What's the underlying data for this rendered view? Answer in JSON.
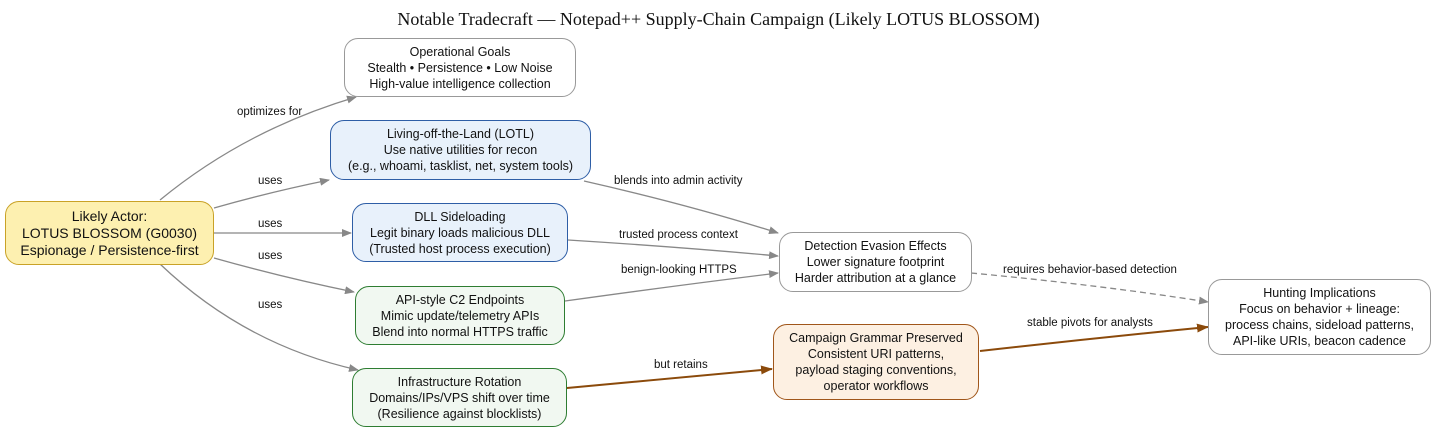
{
  "title": "Notable Tradecraft — Notepad++ Supply-Chain Campaign (Likely LOTUS BLOSSOM)",
  "nodes": {
    "actor": {
      "lines": [
        "Likely Actor:",
        "LOTUS BLOSSOM (G0030)",
        "Espionage / Persistence-first"
      ]
    },
    "goals": {
      "lines": [
        "Operational Goals",
        "Stealth • Persistence • Low Noise",
        "High-value intelligence collection"
      ]
    },
    "lotl": {
      "lines": [
        "Living-off-the-Land (LOTL)",
        "Use native utilities for recon",
        "(e.g., whoami, tasklist, net, system tools)"
      ]
    },
    "dll": {
      "lines": [
        "DLL Sideloading",
        "Legit binary loads malicious DLL",
        "(Trusted host process execution)"
      ]
    },
    "c2": {
      "lines": [
        "API-style C2 Endpoints",
        "Mimic update/telemetry APIs",
        "Blend into normal HTTPS traffic"
      ]
    },
    "infra": {
      "lines": [
        "Infrastructure Rotation",
        "Domains/IPs/VPS shift over time",
        "(Resilience against blocklists)"
      ]
    },
    "evasion": {
      "lines": [
        "Detection Evasion Effects",
        "Lower signature footprint",
        "Harder attribution at a glance"
      ]
    },
    "grammar": {
      "lines": [
        "Campaign Grammar Preserved",
        "Consistent URI patterns,",
        "payload staging conventions,",
        "operator workflows"
      ]
    },
    "hunting": {
      "lines": [
        "Hunting Implications",
        "Focus on behavior + lineage:",
        "process chains, sideload patterns,",
        "API-like URIs, beacon cadence"
      ]
    }
  },
  "edges": {
    "optimizes_for": "optimizes for",
    "uses_lotl": "uses",
    "uses_dll": "uses",
    "uses_c2": "uses",
    "uses_infra": "uses",
    "blends": "blends into admin activity",
    "trusted": "trusted process context",
    "benign": "benign-looking HTTPS",
    "retains": "but retains",
    "requires": "requires behavior-based detection",
    "stable": "stable pivots for analysts"
  },
  "colors": {
    "gray_edge": "#888888",
    "brown_edge": "#8b4a0b"
  }
}
